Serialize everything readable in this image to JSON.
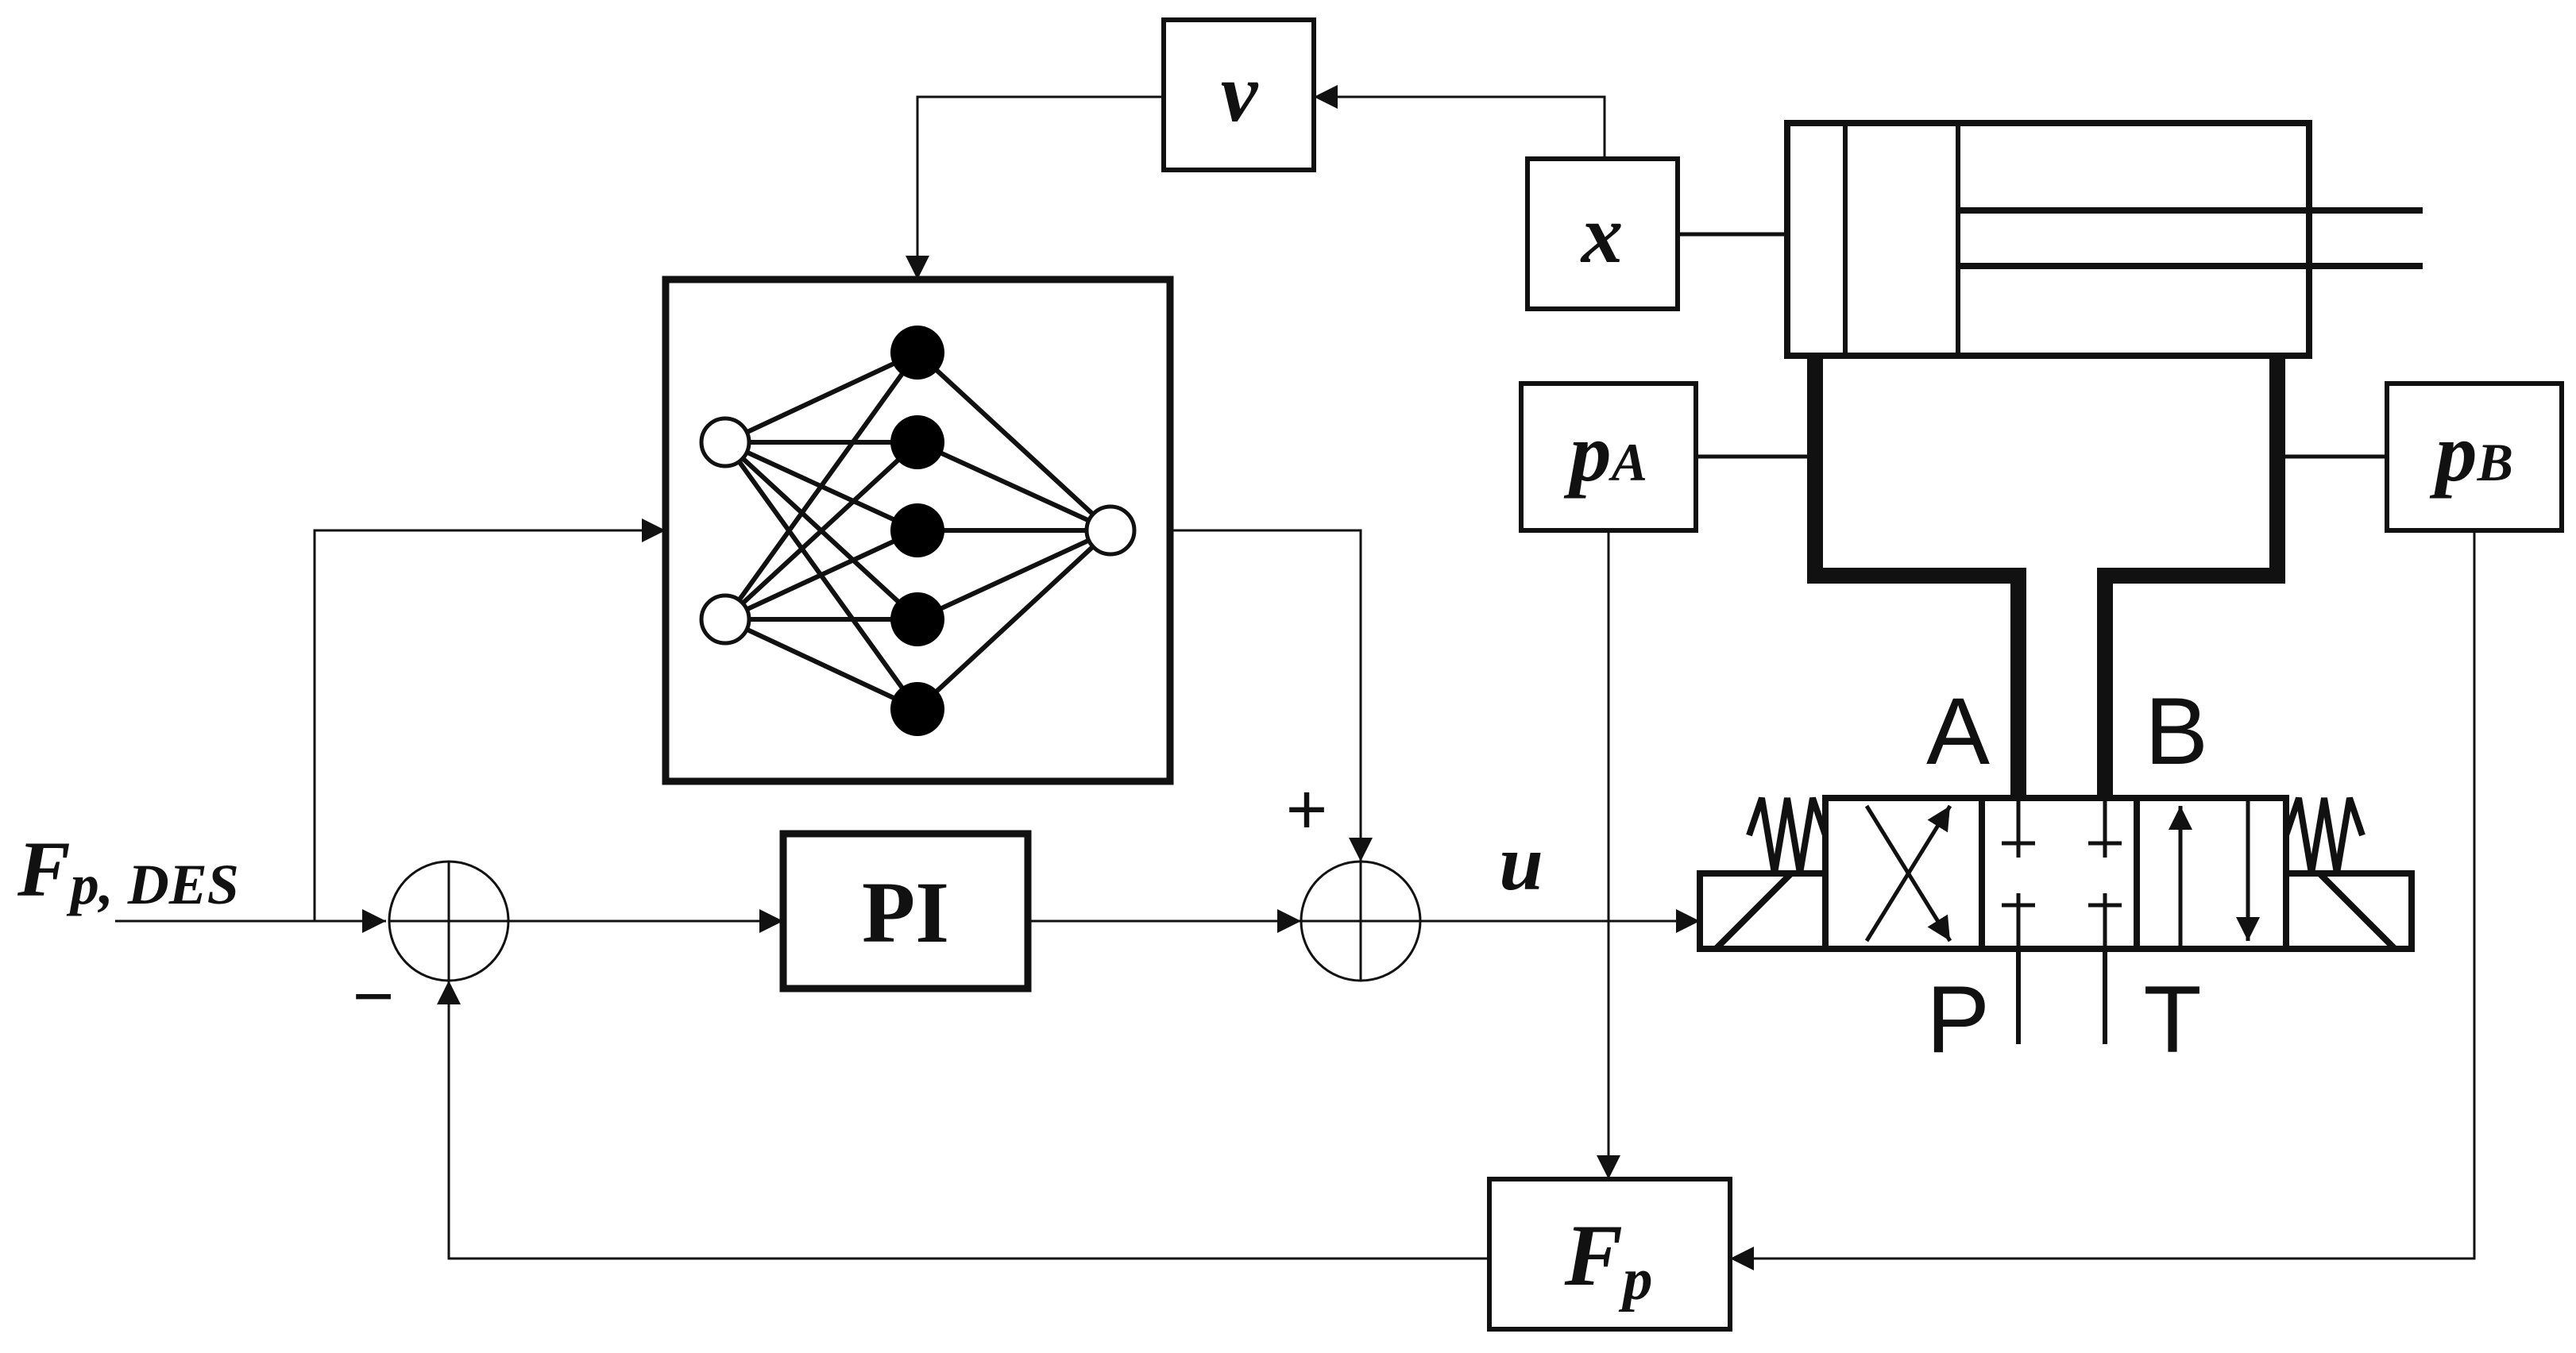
{
  "blocks": {
    "velocity": "v",
    "position": "x",
    "pressure_a_main": "p",
    "pressure_a_sub": "A",
    "pressure_b_main": "p",
    "pressure_b_sub": "B",
    "pi_controller": "PI",
    "force_calc_main": "F",
    "force_calc_sub": "p"
  },
  "signals": {
    "desired_force_main": "F",
    "desired_force_sub": "p, DES",
    "control_input": "u",
    "plus_sign": "+",
    "minus_sign": "−"
  },
  "valve_ports": {
    "a": "A",
    "b": "B",
    "p": "P",
    "t": "T"
  }
}
